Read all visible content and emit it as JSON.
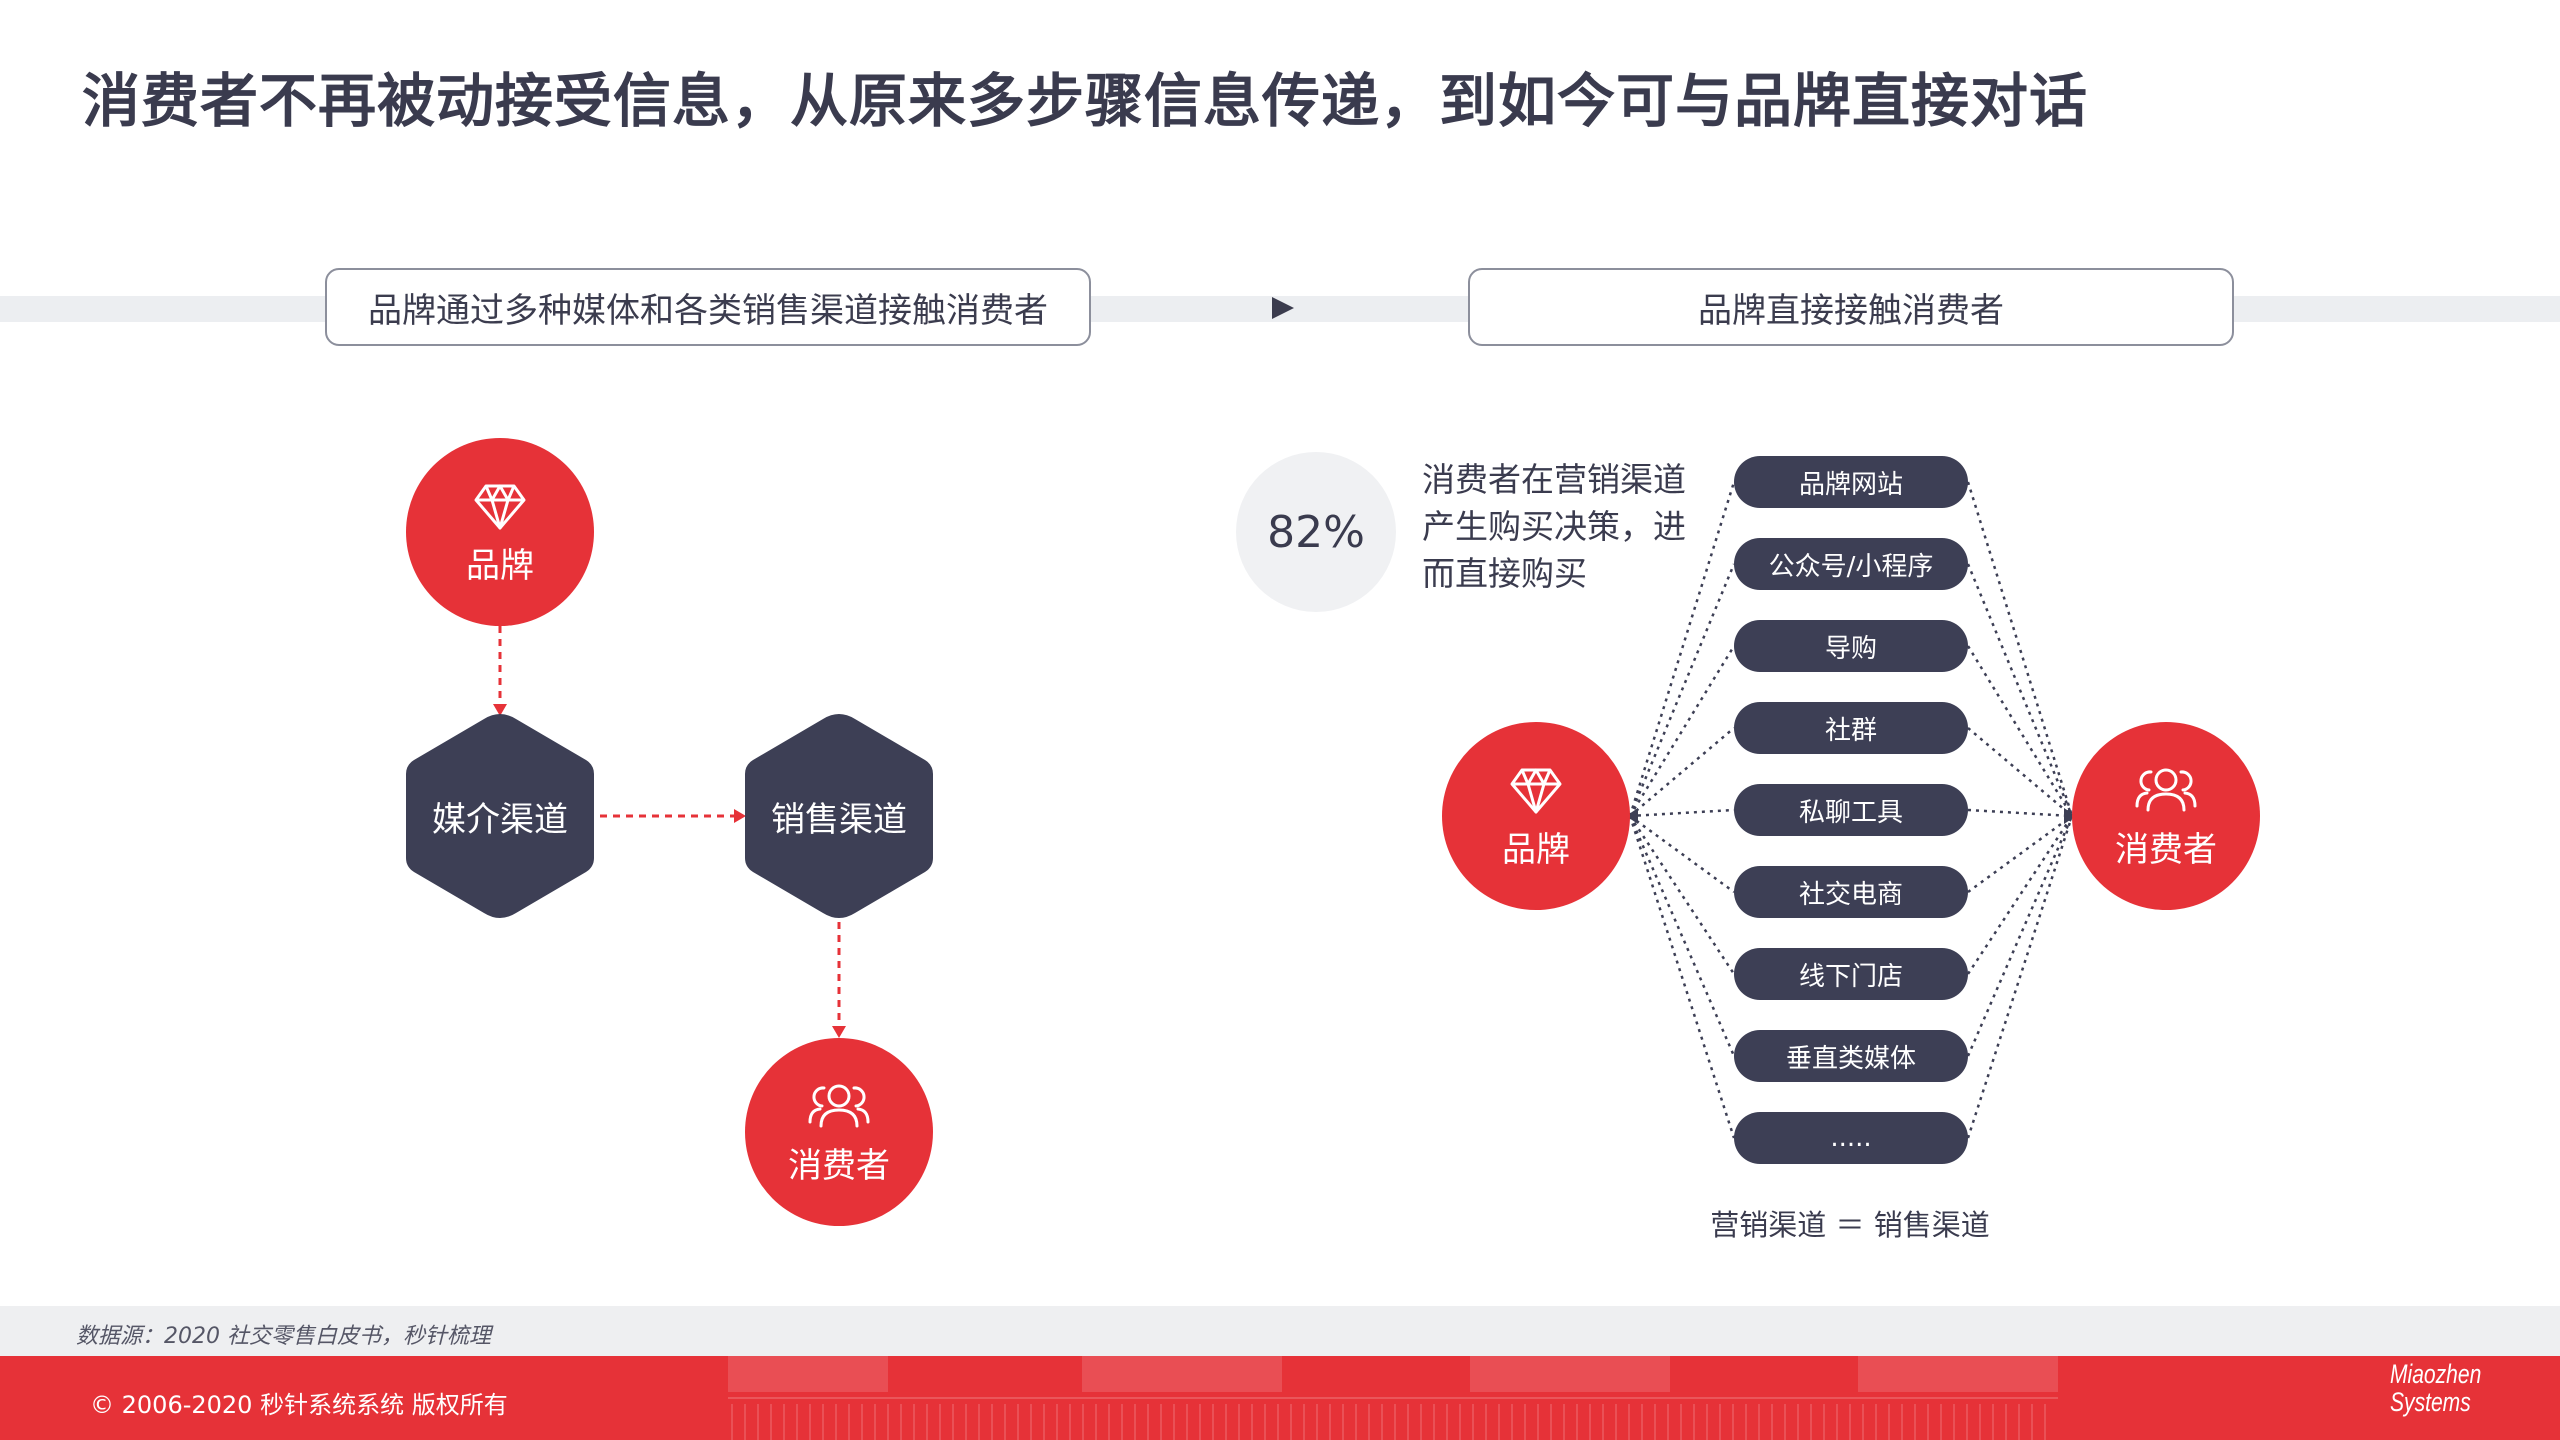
{
  "title": "消费者不再被动接受信息，从原来多步骤信息传递，到如今可与品牌直接对话",
  "left_header": "品牌通过多种媒体和各类销售渠道接触消费者",
  "right_header": "品牌直接接触消费者",
  "left_diagram": {
    "brand": "品牌",
    "media": "媒介渠道",
    "sales": "销售渠道",
    "consumer": "消费者"
  },
  "right_diagram": {
    "stat_value": "82%",
    "stat_note": "消费者在营销渠道产生购买决策，进而直接购买",
    "brand": "品牌",
    "consumer": "消费者",
    "channels": [
      "品牌网站",
      "公众号/小程序",
      "导购",
      "社群",
      "私聊工具",
      "社交电商",
      "线下门店",
      "垂直类媒体",
      "....."
    ],
    "equation": "营销渠道 ＝ 销售渠道"
  },
  "source": "数据源：2020 社交零售白皮书，秒针梳理",
  "copyright": "© 2006-2020 秒针系统系统 版权所有",
  "logo": {
    "line1": "Miaozhen",
    "line2": "Systems"
  },
  "colors": {
    "accent": "#e63238",
    "dark": "#3d3f55",
    "text": "#3a3b4e"
  },
  "icons": [
    "diamond-icon",
    "users-icon"
  ]
}
